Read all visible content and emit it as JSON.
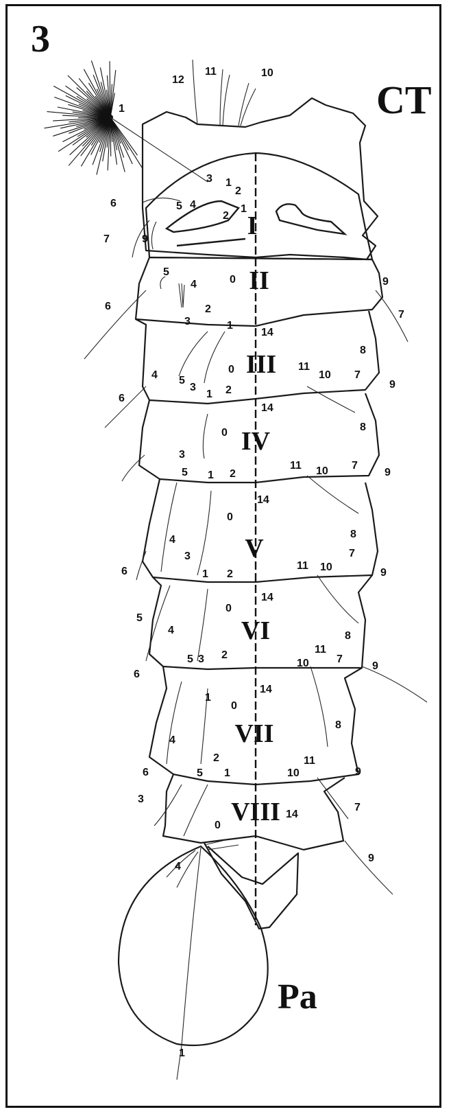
{
  "figure_number": "3",
  "labels": {
    "thorax_abbrev": "CT",
    "paddle_abbrev": "Pa"
  },
  "segments": [
    "I",
    "II",
    "III",
    "IV",
    "V",
    "VI",
    "VII",
    "VIII"
  ],
  "ct_seta_numbers": [
    "1",
    "12",
    "11",
    "10"
  ],
  "seta_numbers": {
    "seg1": [
      "3",
      "1",
      "2",
      "5",
      "4",
      "1",
      "2",
      "6",
      "7",
      "9"
    ],
    "seg2": [
      "5",
      "4",
      "0",
      "6",
      "9",
      "7"
    ],
    "seg3": [
      "2",
      "3",
      "1",
      "14",
      "0",
      "8",
      "11",
      "10",
      "7",
      "9"
    ],
    "seg4": [
      "4",
      "5",
      "3",
      "1",
      "2",
      "6",
      "0",
      "14",
      "8",
      "11",
      "10",
      "7",
      "9"
    ],
    "seg5": [
      "3",
      "5",
      "1",
      "2",
      "0",
      "14",
      "4",
      "6",
      "8",
      "7",
      "11",
      "10",
      "9"
    ],
    "seg6": [
      "3",
      "1",
      "2",
      "14",
      "0",
      "5",
      "4",
      "6",
      "8",
      "11",
      "10",
      "7",
      "9"
    ],
    "seg7": [
      "5",
      "3",
      "2",
      "1",
      "0",
      "14",
      "8",
      "4",
      "6",
      "2",
      "1",
      "10",
      "11",
      "9",
      "7"
    ],
    "seg8": [
      "5",
      "3",
      "0",
      "14",
      "9"
    ],
    "paddle": [
      "4",
      "1"
    ]
  },
  "colors": {
    "ink": "#111111",
    "paper": "#ffffff"
  }
}
